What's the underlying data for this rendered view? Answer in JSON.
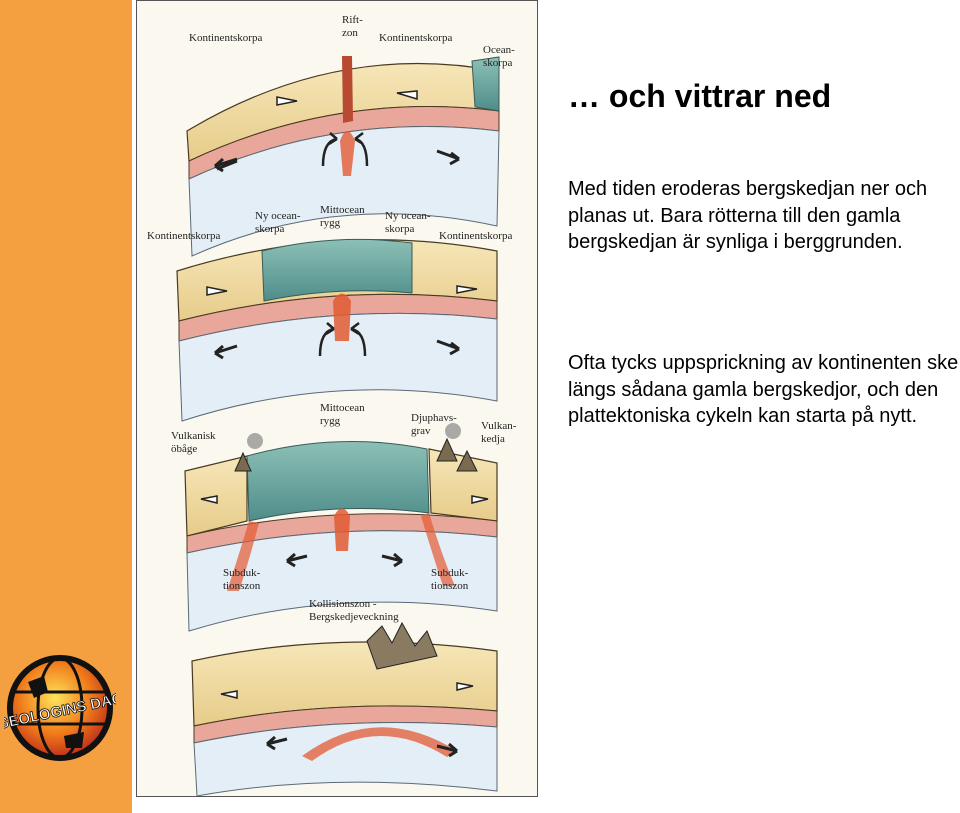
{
  "slide": {
    "title": "… och vittrar ned",
    "paragraphs": [
      "Med tiden eroderas bergskedjan ner och planas ut. Bara rötterna till den gamla bergskedjan är synliga i berggrunden.",
      "Ofta tycks uppsprickning av kontinenten ske längs sådana gamla bergskedjor, och den plattektoniska cykeln kan starta på nytt."
    ]
  },
  "logo": {
    "text": "GEOLOGINS DAG"
  },
  "figure": {
    "labels": {
      "l1_left": "Kontinentskorpa",
      "l1_rift_1": "Rift-",
      "l1_rift_2": "zon",
      "l1_right": "Kontinentskorpa",
      "l1_ocean_1": "Ocean-",
      "l1_ocean_2": "skorpa",
      "l2_left": "Kontinentskorpa",
      "l2_newocean_l1": "Ny ocean-",
      "l2_newocean_l2": "skorpa",
      "l2_ridge_1": "Mittocean",
      "l2_ridge_2": "rygg",
      "l2_newocean_r1": "Ny ocean-",
      "l2_newocean_r2": "skorpa",
      "l2_right": "Kontinentskorpa",
      "l3_ridge_1": "Mittocean",
      "l3_ridge_2": "rygg",
      "l3_trench_1": "Djuphavs-",
      "l3_trench_2": "grav",
      "l3_volc_l1": "Vulkanisk",
      "l3_volc_l2": "öbåge",
      "l3_volc_r1": "Vulkan-",
      "l3_volc_r2": "kedja",
      "l3_sub_l1": "Subduk-",
      "l3_sub_l2": "tionszon",
      "l3_sub_r1": "Subduk-",
      "l3_sub_r2": "tionszon",
      "l4_coll_1": "Kollisionszon -",
      "l4_coll_2": "Bergskedjeveckning"
    }
  },
  "colors": {
    "sidebar": "#f4a040",
    "crust": "#efd9a0",
    "ocean": "#6aa6a0",
    "magma": "#e25a33",
    "mantle": "#e4eef6"
  }
}
